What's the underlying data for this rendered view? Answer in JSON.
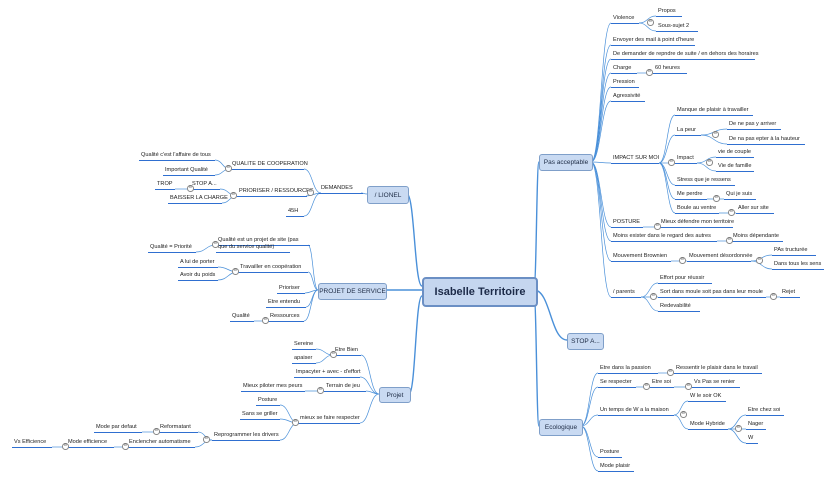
{
  "central": "Isabelle Territoire",
  "main": {
    "lionel": "/ LIONEL",
    "projet_service": "PROJET DE SERVICE",
    "projet": "Projet",
    "pas_acceptable": "Pas acceptable",
    "stop": "STOP A...",
    "ecologique": "Ecologique"
  },
  "lionel": {
    "demandes": "DEMANDES",
    "qualite_coop": "QUALITE DE COOPERATION",
    "qualite_tous": "Qualité c'est l'affaire de tous",
    "important_qualite": "Important Qualité",
    "prioriser": "PRIORISER / RESSOURCES",
    "stop_a": "STOP A...",
    "trop": "TROP",
    "baisser": "BAISSER LA CHARGE",
    "h45": "45H"
  },
  "service": {
    "qualite_projet": "Qualité est un projet de site (pas",
    "qualite_projet_2": "que du service qualité)",
    "qualite_priorite": "Qualité = Priorité",
    "travailler_coop": "Travailler en coopération",
    "a_lui": "A lui de porter",
    "avoir_poids": "Avoir du poids",
    "prioriser": "Prioriser",
    "etre_entendu": "Etre entendu",
    "ressources": "Ressources",
    "qualite": "Qualité"
  },
  "projet": {
    "etre_bien": "Etre Bien",
    "sereine": "Sereine",
    "apaiser": "apaiser",
    "impacyter": "Impacyter + avec - d'effort",
    "terrain_jeu": "Terrain de jeu",
    "mieux_piloter": "Mieux piloter mes peurs",
    "mieux_respecter": "mieux se faire respecter",
    "posture": "Posture",
    "sans_griller": "Sans se griller",
    "reprogrammer": "Reprogrammer les drivers",
    "reformatant": "Reformatant",
    "mode_defaut": "Mode par defaut",
    "enclencher": "Enclencher automatisme",
    "mode_efficience": "Mode efficience",
    "vs_efficience": "Vs Efficience"
  },
  "pas": {
    "violence": "Violence",
    "propos": "Propos",
    "sous_sujet": "Sous-sujet  2",
    "envoyer_mail": "Envoyer des mail à point d'heure",
    "demander_repondre": "De demander de repndre de suite / en dehors des horaires",
    "charge": "Charge",
    "h60": "60 heures",
    "pression": "Pression",
    "agressivite": "Agressivité",
    "impact_sur_moi": "IMPACT SUR MOI",
    "manque_plaisir": "Manque de plaisir à travailler",
    "la_peur": "La peur",
    "ne_pas_arriver": "De ne pas y arriver",
    "ne_pas_hauteur": "De na pas epter à la hauteur",
    "impact": "Impact",
    "vie_couple": "vie de couple",
    "vie_famille": "Vie de famille",
    "stress": "Stress que je ressens",
    "me_perdre": "Me perdre",
    "qui_je_suis": "Qui je suis",
    "boule": "Boule au ventre",
    "aller_site": "Aller sur site",
    "posture": "POSTURE",
    "mieux_defendre": "Mieux défendre mon territoire",
    "moins_exister": "Moins exister dans le regard des autres",
    "moins_dependante": "Moins dépendante",
    "mvt_brownien": "Mouvement Brownien",
    "mvt_desordonne": "Mouvement désordonnée",
    "pas_structure": "PAs tructurée",
    "dans_sens": "Dans tous les sens",
    "parents": "/ parents",
    "effort": "Effort pour réussir",
    "sort_moule": "Sort dans moule soit pas dans leur moule",
    "rejet": "Rejet",
    "redevabilite": "Redevabilité"
  },
  "eco": {
    "passion": "Etre dans la passion",
    "ressentir": "Ressentir le plaisir dans le travail",
    "se_respecter": "Se respecter",
    "etre_soi": "Etre soi",
    "vs_renier": "Vs Pas se renier",
    "temps_w": "Un temps de W a la maison",
    "w_soir": "W le soir OK",
    "mode_hybride": "Mode Hybride",
    "etre_chez_soi": "Etre chez soi",
    "nager": "Nager",
    "w": "W",
    "posture": "Posture",
    "mode_plaisir": "Mode plaisir"
  },
  "toggle_symbol": "⊖",
  "colors": {
    "branch": "#4a90d9",
    "underline": "#2f6fd0",
    "node_fill": "#c9daf2",
    "node_border": "#7f9fc9"
  }
}
